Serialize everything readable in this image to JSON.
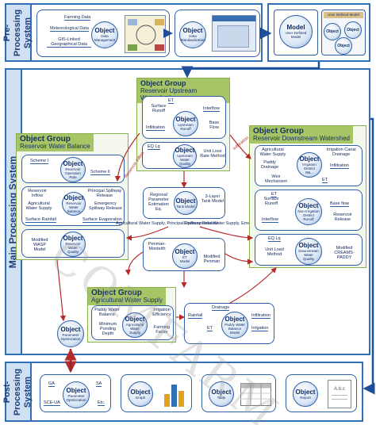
{
  "pre": {
    "label": "Pre-Processing System",
    "data_items": [
      "Farming Data",
      "Meteorological Data",
      "GIS-Linked Geographical Data"
    ],
    "obj_data_mgmt": [
      "Object",
      "Data",
      "Management"
    ],
    "obj_data_std": [
      "Object",
      "Data",
      "Standardization"
    ],
    "model_box": {
      "title": "Model",
      "sub": "User-Defined Model",
      "tag": "User Defined Model"
    },
    "obj_small": "Object"
  },
  "main": {
    "label": "Main Processing System",
    "watermark": "COMFARM",
    "upstream": {
      "group": "Object Group",
      "name": "Reservoir Upstream Watershed",
      "et": "ET",
      "surface_runoff": "Surface Runoff",
      "interflow": "Interflow",
      "infiltration": "Infiltration",
      "base_flow": "Base Flow",
      "obj_runoff": [
        "Object",
        "Upstream",
        "Runoff"
      ],
      "eq": "EQ Lq",
      "obj_quality": [
        "Object",
        "Upstream",
        "Water",
        "Quality"
      ],
      "unit_load": "Unit Loss Rate Method"
    },
    "reservoir": {
      "group": "Object Group",
      "name": "Reservoir Water Balance",
      "scheme1": "Scheme I",
      "scheme2": "Scheme II",
      "obj_rule": [
        "Object",
        "Reservoir",
        "Operation",
        "Rule"
      ],
      "inflow": "Reservoir Inflow",
      "principal": "Principal Spillway Release",
      "ag_supply": "Agricultural Water Supply",
      "emergency": "Emergency Spillway Release",
      "obj_balance": [
        "Object",
        "Reservoir",
        "Water",
        "Balance"
      ],
      "surface_rainfall": "Surface Rainfall",
      "surface_evap": "Surface Evaporation",
      "modified": "Modified WASP Model",
      "obj_quality": [
        "Object",
        "Reservoir",
        "Water",
        "Quality"
      ]
    },
    "center": {
      "regional": "Regional Parameter Estimation Eq.",
      "obj_tank": [
        "Object",
        "Tank Model"
      ],
      "three_layer": "3-Layer Tank Model",
      "penman": "Penman-Monteith",
      "modified_penman": "Modified Penman",
      "obj_et": [
        "Object",
        "ET",
        "Model"
      ],
      "arrow_upstream_inflow": "Reservoir Inflow",
      "arrow_infiltration": "Infiltration",
      "arrow_ag": "Agricultural Water Supply, Principal Spillway Release",
      "arrow_env": "Environmental Water Supply, Emergency Spillway Release"
    },
    "downstream": {
      "group": "Object Group",
      "name": "Reservoir Downstream Watershed",
      "ag_supply": "Agricultural Water Supply",
      "canal": "Irrigation Canal Drainage",
      "paddy_drainage": "Paddy Drainage",
      "obj_irrigation": [
        "Object",
        "Irrigation",
        "District",
        "Wa..."
      ],
      "infiltration": "Infiltration",
      "weir": "Weir Mechanism",
      "et": "ET",
      "et2": "ET",
      "surface_runoff": "Surface Runoff",
      "base_flow": "Base flow",
      "interflow": "Interflow",
      "obj_nonirr": [
        "Object",
        "Non-Irrigation",
        "District",
        "Runoff"
      ],
      "res_release": "Reservoir Release",
      "eq": "EQ Lq",
      "unit_load": "Unit Load Method",
      "modified_creams": "Modified CREAMS-PADDY",
      "obj_dsq": [
        "Object",
        "Downstream",
        "Water",
        "Quality"
      ]
    },
    "ag_group": {
      "group": "Object Group",
      "name": "Agricultural Water Supply",
      "paddy_balance": "Paddy Water Balance",
      "irr_eff": "Irrigation Efficiency",
      "min_ponding": "Minimum Ponding Depth",
      "farming_factor": "Farming Factor",
      "obj_ag": [
        "Object",
        "Agricultural",
        "Water",
        "Supply"
      ]
    },
    "paddy": {
      "drainage": "Drainage",
      "rainfall": "Rainfall",
      "infiltration": "Infiltration",
      "et": "ET",
      "irrigation": "Irrigation",
      "obj_paddy": [
        "Object",
        "Paddy Water",
        "Balance",
        "Model"
      ]
    },
    "obj_param": [
      "Object",
      "Parameter",
      "Optimization"
    ]
  },
  "post": {
    "label": "Post-Processing System",
    "ga": "GA",
    "sa": "SA",
    "sce": "SCE-UA",
    "etc": "Etc.",
    "obj_opt": [
      "Object",
      "Parameter",
      "Optimization"
    ],
    "obj_graph": [
      "Object",
      "Graph"
    ],
    "obj_table": [
      "Object",
      "Table"
    ],
    "obj_report": [
      "Object",
      "Report"
    ],
    "report_thumb": "A.b.c"
  },
  "colors": {
    "frame": "#2f6fb5",
    "group": "#8ab04a",
    "group_head": "#a7c566",
    "arrow_red": "#b52a2a",
    "arrow_blue": "#1f4f9a"
  }
}
